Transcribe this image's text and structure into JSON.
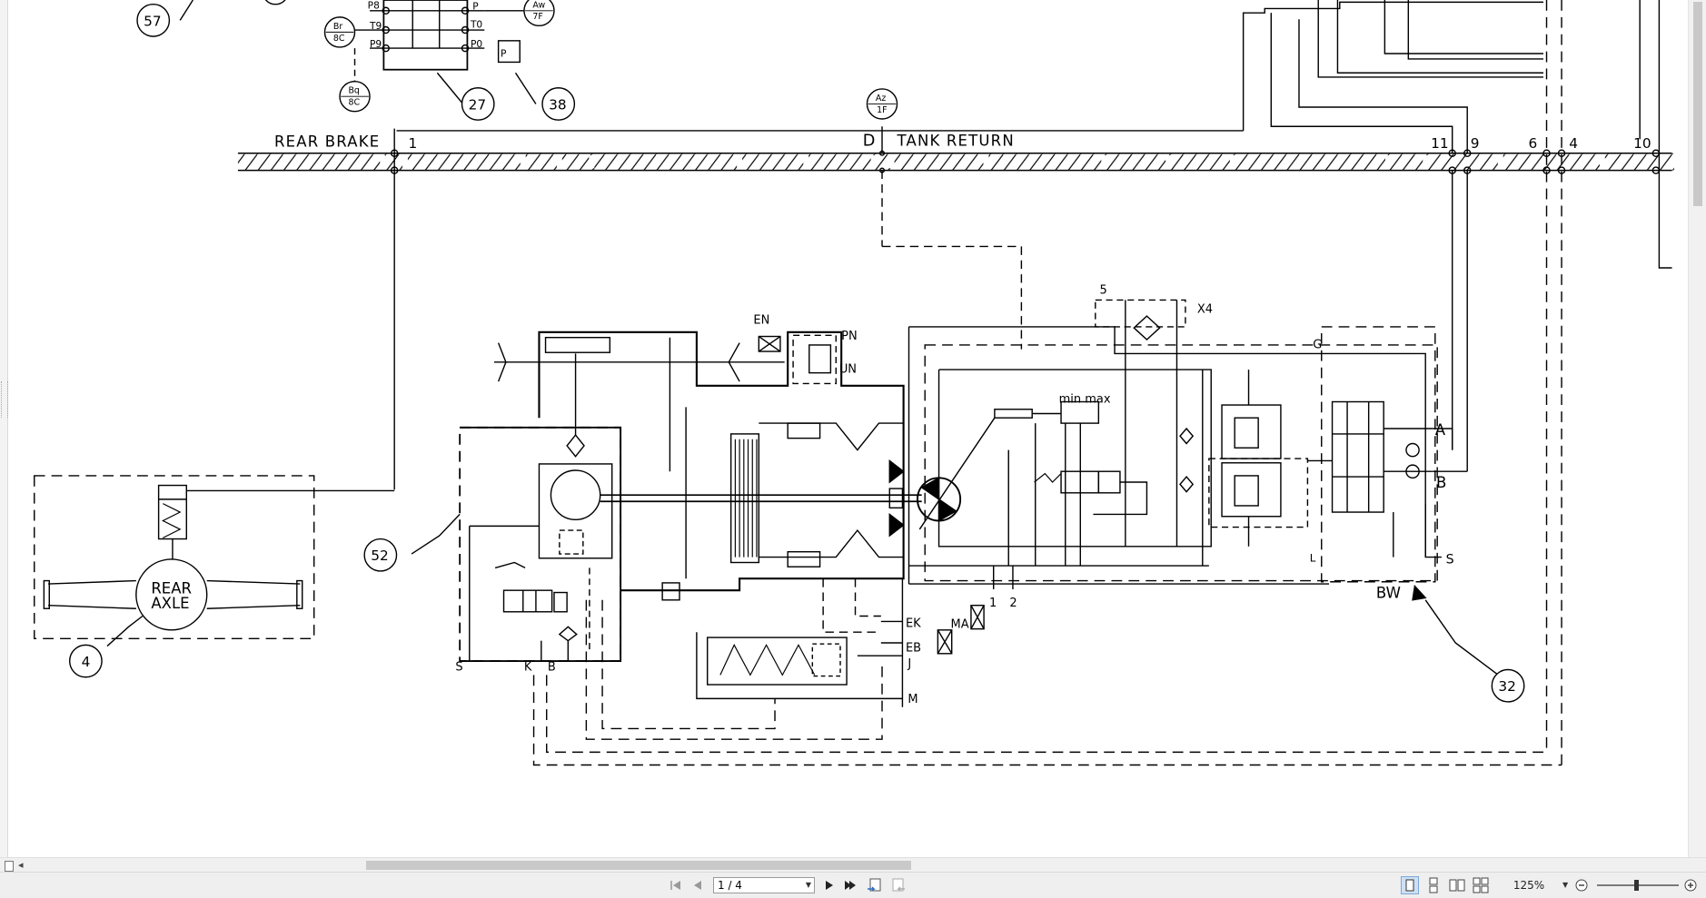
{
  "diagram": {
    "labels": {
      "rear_brake": "REAR BRAKE",
      "tank_return": "TANK RETURN",
      "rear_axle_1": "REAR",
      "rear_axle_2": "AXLE",
      "min_max": "min max",
      "bw": "BW",
      "port_d": "D",
      "en": "EN",
      "pn": "PN",
      "un": "UN",
      "ek": "EK",
      "eb": "EB",
      "ma": "MA",
      "j": "J",
      "m": "M",
      "s_left": "S",
      "k": "K",
      "b_left": "B",
      "a_right": "A",
      "b_right": "B",
      "s_right": "S",
      "g": "G",
      "l": "L",
      "x4": "X4",
      "n5": "5",
      "p8": "P8",
      "t9": "T9",
      "p9": "P9",
      "p": "P",
      "t0": "T0",
      "p0": "P0",
      "p_box": "P",
      "line_1": "1",
      "line_11": "11",
      "line_9": "9",
      "line_6": "6",
      "line_4": "4",
      "line_10": "10",
      "num_1": "1",
      "num_2": "2"
    },
    "callouts": {
      "c57": "57",
      "c27": "27",
      "c38": "38",
      "c52": "52",
      "c4": "4",
      "c32": "32"
    },
    "refs": {
      "br_top": "Br",
      "br_bot": "8C",
      "bq_top": "Bq",
      "bq_bot": "8C",
      "aw_top": "Aw",
      "aw_bot": "7F",
      "az_top": "Az",
      "az_bot": "1F"
    }
  },
  "toolbar": {
    "page_value": "1 / 4",
    "zoom_value": "125%"
  },
  "icons": {
    "first": "first-page-icon",
    "prev": "previous-page-icon",
    "next": "next-page-icon",
    "last": "last-page-icon",
    "prev_view": "previous-view-icon",
    "next_view": "next-view-icon",
    "single": "single-page-icon",
    "continuous": "continuous-icon",
    "facing": "facing-icon",
    "facing_cont": "facing-continuous-icon",
    "zoom_out": "zoom-out-icon",
    "zoom_in": "zoom-in-icon"
  }
}
